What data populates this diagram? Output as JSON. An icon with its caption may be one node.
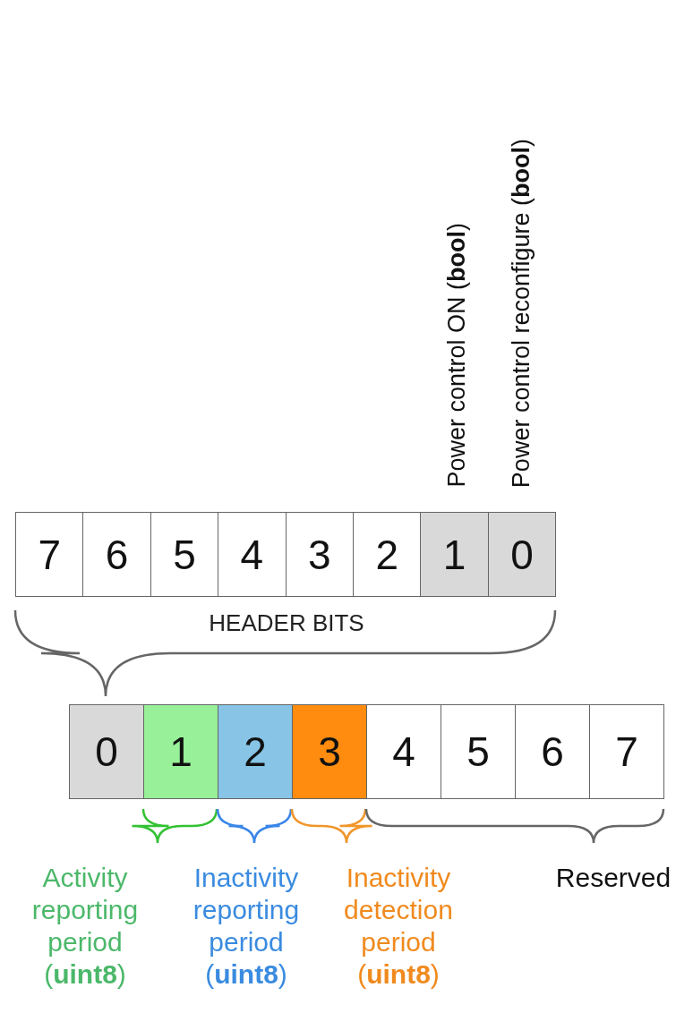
{
  "diagram": {
    "nodes": [
      {
        "text": [
          "7"
        ]
      },
      {
        "text": [
          "6"
        ]
      },
      {
        "text": [
          "5"
        ]
      },
      {
        "text": [
          "4"
        ]
      },
      {
        "text": [
          "3"
        ]
      },
      {
        "text": [
          "2"
        ]
      },
      {
        "text": [
          "1"
        ]
      },
      {
        "text": [
          "0"
        ]
      },
      {
        "text": [
          "0"
        ]
      },
      {
        "text": [
          "1"
        ]
      },
      {
        "text": [
          "2"
        ]
      },
      {
        "text": [
          "3"
        ]
      },
      {
        "text": [
          "4"
        ]
      },
      {
        "text": [
          "5"
        ]
      },
      {
        "text": [
          "6"
        ]
      },
      {
        "text": [
          "7"
        ]
      }
    ],
    "labels": [
      "Power control ON (**bool**)",
      "Power control reconfigure (**bool**)",
      "HEADER BITS",
      "Activity reporting period (**uint8**)",
      "Inactivity reporting period (**uint8**)",
      "Inactivity detection period (**uint8**)",
      "Reserved"
    ]
  }
}
